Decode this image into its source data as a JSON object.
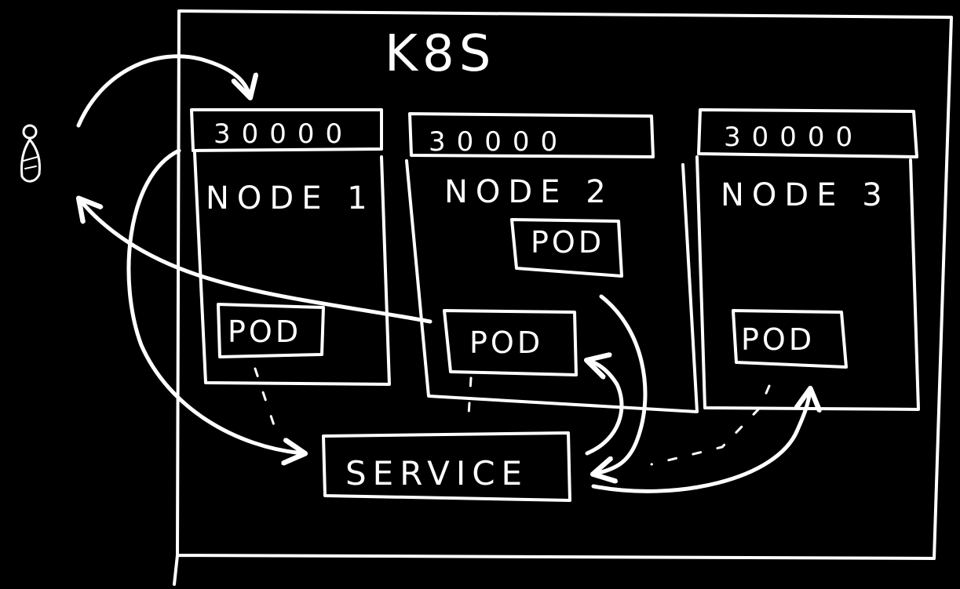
{
  "cluster": {
    "title": "K8S"
  },
  "nodes": [
    {
      "port": "30000",
      "label": "NODE 1",
      "pods": [
        "POD"
      ]
    },
    {
      "port": "30000",
      "label": "NODE 2",
      "pods": [
        "POD",
        "POD"
      ]
    },
    {
      "port": "30000",
      "label": "NODE 3",
      "pods": [
        "POD"
      ]
    }
  ],
  "service": {
    "label": "SERVICE"
  },
  "user": {
    "icon": "person-icon"
  },
  "colors": {
    "background": "#000000",
    "stroke": "#ffffff"
  }
}
